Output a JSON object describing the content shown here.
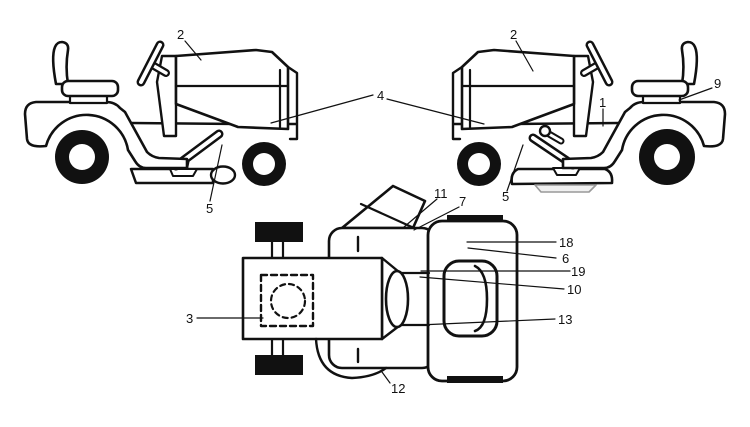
{
  "colors": {
    "ink": "#111111",
    "background": "#ffffff",
    "deck_shadow_stroke": "#999999",
    "deck_shadow_fill": "#f0f0f0"
  },
  "callouts": {
    "c2L": {
      "label": "2"
    },
    "c2R": {
      "label": "2"
    },
    "c4": {
      "label": "4"
    },
    "c1": {
      "label": "1"
    },
    "c9": {
      "label": "9"
    },
    "c5L": {
      "label": "5"
    },
    "c5R": {
      "label": "5"
    },
    "c11": {
      "label": "11"
    },
    "c7": {
      "label": "7"
    },
    "c18": {
      "label": "18"
    },
    "c6": {
      "label": "6"
    },
    "c19": {
      "label": "19"
    },
    "c10": {
      "label": "10"
    },
    "c13": {
      "label": "13"
    },
    "c3": {
      "label": "3"
    },
    "c12": {
      "label": "12"
    }
  }
}
